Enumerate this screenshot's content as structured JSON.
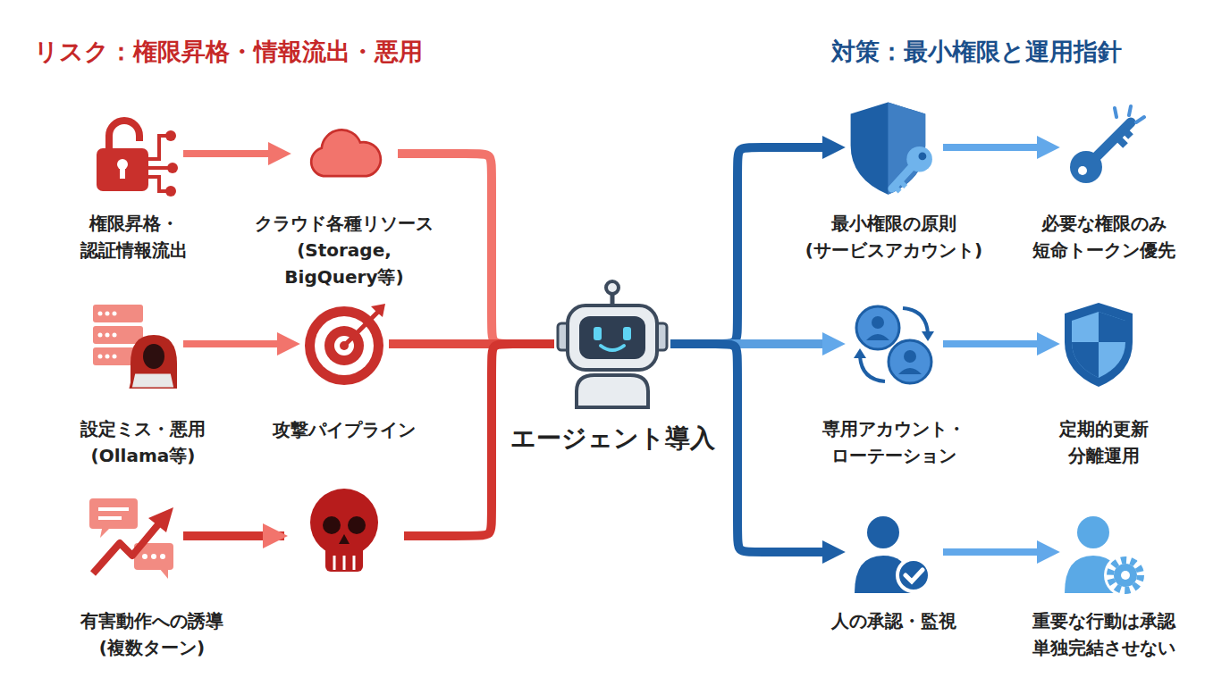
{
  "diagram": {
    "nodes": [
      {
        "text": [
          "権限昇格・ 認証情報流出"
        ]
      },
      {
        "text": [
          "クラウド各種リソース (Storage, BigQuery等)"
        ]
      },
      {
        "text": [
          "設定ミス・悪用 (Ollama等)"
        ]
      },
      {
        "text": [
          "攻撃パイプライン"
        ]
      },
      {
        "text": [
          "有害動作への誘導 (複数ターン)"
        ]
      },
      {
        "text": [
          "エージェント導入"
        ]
      },
      {
        "text": [
          "最小権限の原則 (サービスアカウント)"
        ]
      },
      {
        "text": [
          "必要な権限のみ 短命トークン優先"
        ]
      },
      {
        "text": [
          "専用アカウント・ ローテーション"
        ]
      },
      {
        "text": [
          "定期的更新 分離運用"
        ]
      },
      {
        "text": [
          "人の承認・監視"
        ]
      },
      {
        "text": [
          "重要な行動は承認 単独完結させない"
        ]
      }
    ],
    "edges": [
      {
        "from": 0,
        "to": 1,
        "arrow": "to"
      },
      {
        "from": 2,
        "to": 3,
        "arrow": "to"
      },
      {
        "from": 1,
        "to": 5,
        "arrow": "none"
      },
      {
        "from": 3,
        "to": 5,
        "arrow": "none"
      },
      {
        "from": 4,
        "to": 5,
        "arrow": "none"
      },
      {
        "from": 5,
        "to": 6,
        "arrow": "to"
      },
      {
        "from": 5,
        "to": 8,
        "arrow": "to"
      },
      {
        "from": 5,
        "to": 10,
        "arrow": "to"
      },
      {
        "from": 6,
        "to": 7,
        "arrow": "to"
      },
      {
        "from": 8,
        "to": 9,
        "arrow": "to"
      },
      {
        "from": 10,
        "to": 11,
        "arrow": "to"
      }
    ],
    "labels": [
      "リスク：権限昇格・情報流出・悪用",
      "対策：最小権限と運用指針"
    ]
  }
}
